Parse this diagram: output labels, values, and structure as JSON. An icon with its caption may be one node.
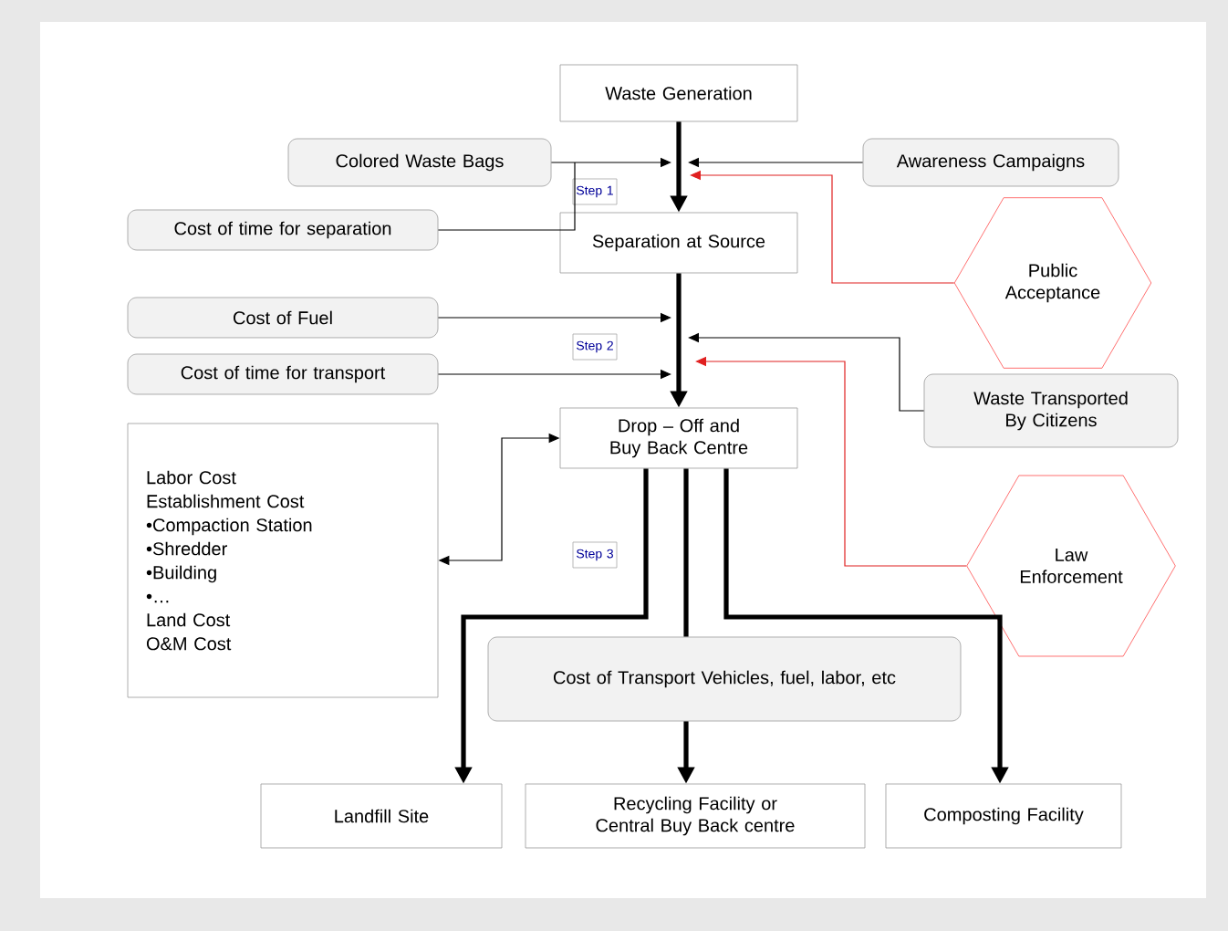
{
  "diagram": {
    "nodes": [
      {
        "text": [
          "Waste Generation"
        ]
      },
      {
        "text": [
          "Colored Waste Bags"
        ]
      },
      {
        "text": [
          "Awareness Campaigns"
        ]
      },
      {
        "text": [
          "Cost of time for separation"
        ]
      },
      {
        "text": [
          "Separation at Source"
        ]
      },
      {
        "text": [
          "Public Acceptance"
        ]
      },
      {
        "text": [
          "Cost of Fuel"
        ]
      },
      {
        "text": [
          "Cost of time for transport"
        ]
      },
      {
        "text": [
          "Waste Transported By Citizens"
        ]
      },
      {
        "text": [
          "Drop – Off and Buy Back Centre"
        ]
      },
      {
        "text": [
          "Labor Cost",
          "Establishment Cost",
          "•Compaction Station",
          "•Shredder",
          "•Building",
          "•…",
          "Land Cost",
          "O&M Cost"
        ]
      },
      {
        "text": [
          "Law Enforcement"
        ]
      },
      {
        "text": [
          "Cost of Transport Vehicles, fuel, labor, etc"
        ]
      },
      {
        "text": [
          "Landfill Site"
        ]
      },
      {
        "text": [
          "Recycling Facility or Central Buy Back centre"
        ]
      },
      {
        "text": [
          "Composting Facility"
        ]
      }
    ],
    "edges": [
      {
        "from": 0,
        "to": 4,
        "arrow": "to",
        "style": "thick"
      },
      {
        "from": 1,
        "to": null,
        "arrow": "to"
      },
      {
        "from": 3,
        "to": null,
        "arrow": "none"
      },
      {
        "from": 2,
        "to": null,
        "arrow": "to"
      },
      {
        "from": 5,
        "to": null,
        "arrow": "to",
        "color": "#e02020"
      },
      {
        "from": 4,
        "to": 9,
        "arrow": "to",
        "style": "thick"
      },
      {
        "from": 6,
        "to": null,
        "arrow": "to"
      },
      {
        "from": 7,
        "to": null,
        "arrow": "to"
      },
      {
        "from": 8,
        "to": null,
        "arrow": "to"
      },
      {
        "from": 11,
        "to": null,
        "arrow": "to",
        "color": "#e02020"
      },
      {
        "from": 10,
        "to": 9,
        "arrow": "both"
      },
      {
        "from": 9,
        "to": 13,
        "arrow": "to",
        "style": "thick"
      },
      {
        "from": 9,
        "to": 12,
        "arrow": "none",
        "style": "thick"
      },
      {
        "from": 12,
        "to": 14,
        "arrow": "to",
        "style": "thick"
      },
      {
        "from": 9,
        "to": 15,
        "arrow": "to",
        "style": "thick"
      }
    ],
    "labels": [
      "Step 1",
      "Step 2",
      "Step 3"
    ]
  }
}
